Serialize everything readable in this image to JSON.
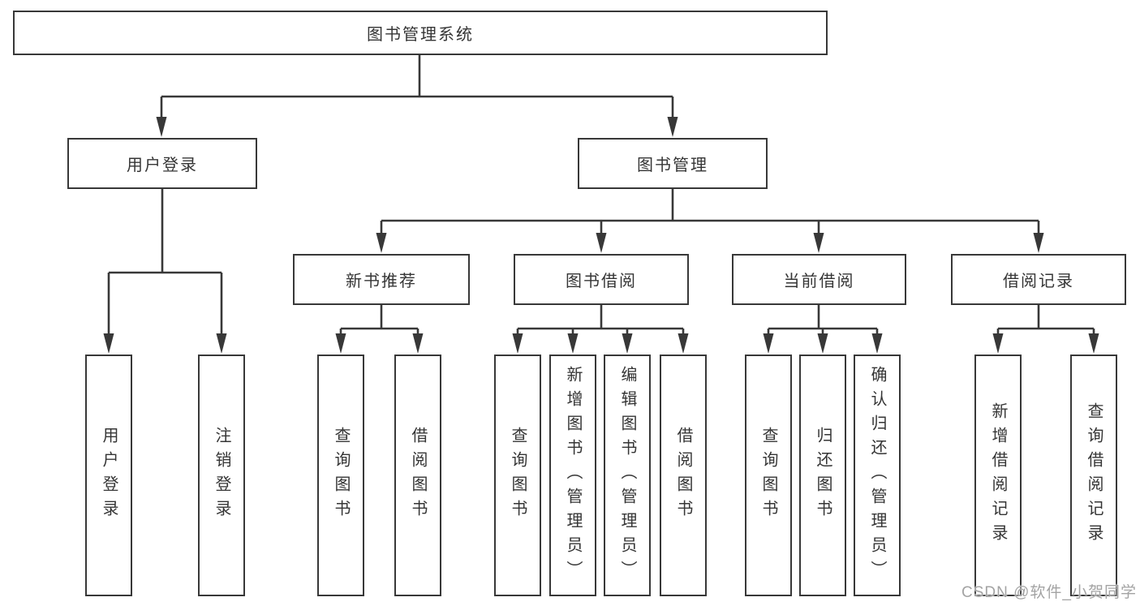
{
  "diagram": {
    "root": "图书管理系统",
    "level2": {
      "user_login": "用户登录",
      "book_management": "图书管理"
    },
    "level3": {
      "new_book_recommend": "新书推荐",
      "book_borrowing": "图书借阅",
      "current_borrowing": "当前借阅",
      "borrowing_records": "借阅记录"
    },
    "leaves": {
      "user_login": [
        "用户登录",
        "注销登录"
      ],
      "new_book_recommend": [
        "查询图书",
        "借阅图书"
      ],
      "book_borrowing": [
        "查询图书",
        "新增图书（管理员）",
        "编辑图书（管理员）",
        "借阅图书"
      ],
      "current_borrowing": [
        "查询图书",
        "归还图书",
        "确认归还（管理员）"
      ],
      "borrowing_records": [
        "新增借阅记录",
        "查询借阅记录"
      ]
    }
  },
  "watermark": "CSDN @软件_小贺同学",
  "colors": {
    "line": "#383838",
    "box_border": "#383838",
    "text": "#353535",
    "watermark": "#9b9b9b",
    "background": "#ffffff"
  }
}
